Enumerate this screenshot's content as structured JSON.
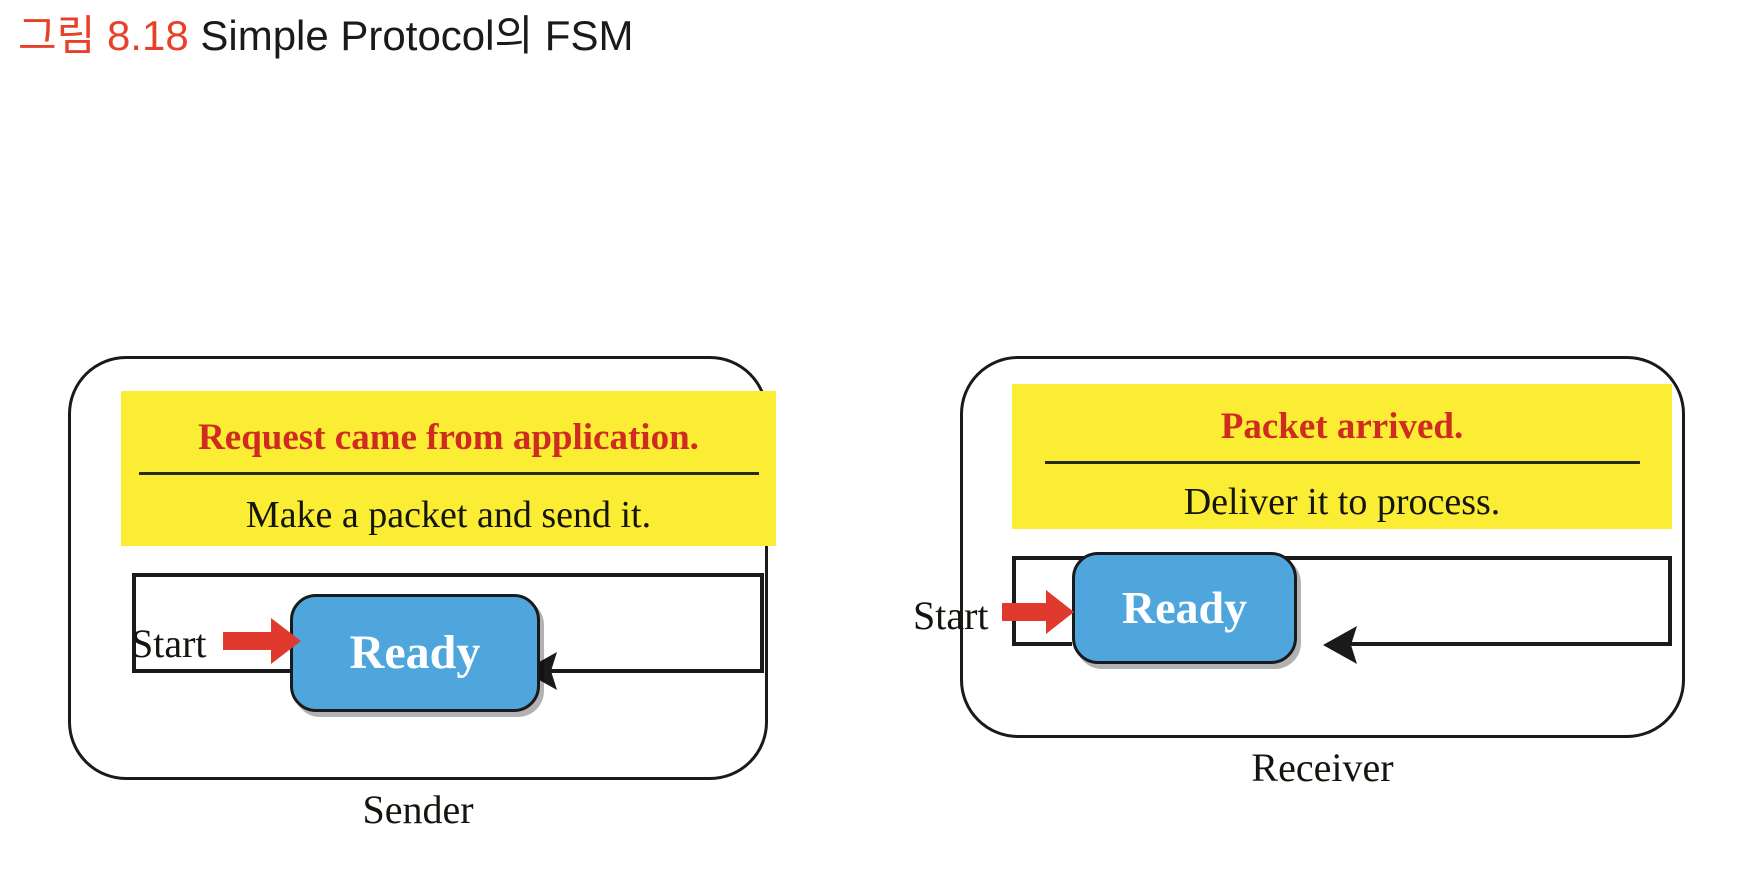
{
  "figure": {
    "number": "그림 8.18",
    "title": " Simple Protocol의 FSM"
  },
  "colors": {
    "caption_number": "#e8412a",
    "caption_title": "#1a1a1a",
    "note_background": "#faed33",
    "event_text": "#d02b20",
    "action_text": "#15150f",
    "state_fill": "#4ea6dd",
    "state_text": "#ffffff",
    "outline": "#1a1a1a",
    "start_arrow": "#e03a2f"
  },
  "panels": [
    {
      "role": "Sender",
      "note": {
        "event": "Request came from application.",
        "action": "Make a packet and send it."
      },
      "state": "Ready",
      "start_label": "Start"
    },
    {
      "role": "Receiver",
      "note": {
        "event": "Packet arrived.",
        "action": "Deliver it to process."
      },
      "state": "Ready",
      "start_label": "Start"
    }
  ]
}
